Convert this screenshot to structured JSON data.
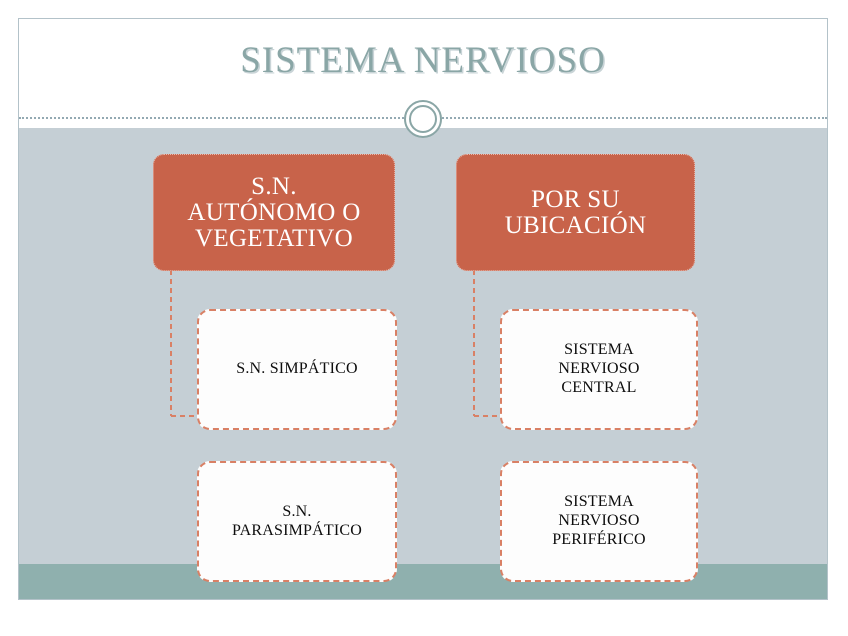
{
  "slide": {
    "title": "SISTEMA NERVIOSO",
    "theme": {
      "accent_orange": "#C8634A",
      "leaf_border": "#D98065",
      "body_gray": "#C5CFD5",
      "footer_teal": "#8FB0AE",
      "title_color": "#8AA6A6",
      "frame_border": "#B3C2C9",
      "leaf_fill": "#FDFDFD",
      "leaf_text": "#0D0D0D",
      "root_text": "#FFFFFF"
    },
    "decoration": {
      "ring_name": "double-circle-ornament",
      "divider_name": "dotted-divider-line"
    }
  },
  "diagram": {
    "type": "hierarchy",
    "branches": [
      {
        "id": "branch-autonomo",
        "root": {
          "label": "S.N.\nAUTÓNOMO O\nVEGETATIVO"
        },
        "children": [
          {
            "label": "S.N. SIMPÁTICO"
          },
          {
            "label": "S.N.\nPARASIMPÁTICO"
          }
        ]
      },
      {
        "id": "branch-ubicacion",
        "root": {
          "label": "POR SU\nUBICACIÓN"
        },
        "children": [
          {
            "label": "SISTEMA\nNERVIOSO\nCENTRAL"
          },
          {
            "label": "SISTEMA\nNERVIOSO\nPERIFÉRICO"
          }
        ]
      }
    ]
  }
}
